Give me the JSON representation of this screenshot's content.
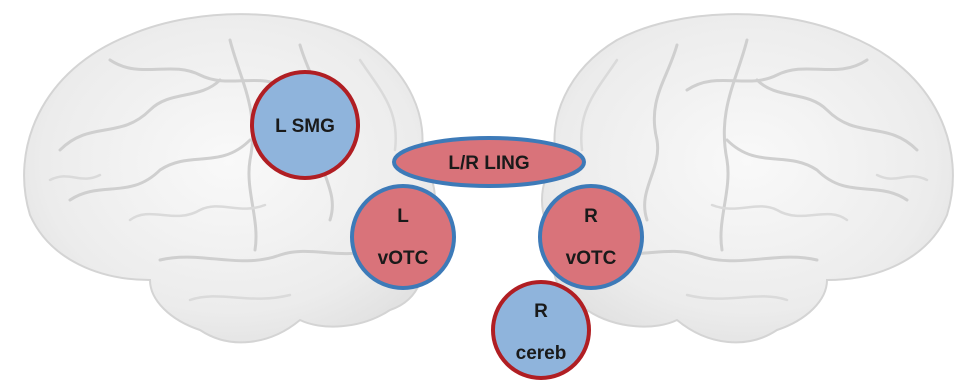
{
  "regions": {
    "l_smg": {
      "lines": [
        "L SMG"
      ]
    },
    "lr_ling": {
      "lines": [
        "L/R LING"
      ]
    },
    "l_votc": {
      "lines": [
        "L",
        "vOTC"
      ]
    },
    "r_votc": {
      "lines": [
        "R",
        "vOTC"
      ]
    },
    "r_cereb": {
      "lines": [
        "R",
        "cereb"
      ]
    }
  },
  "legend_colors": {
    "red_fill": "#d9737a",
    "blue_fill": "#8fb4dc",
    "red_outline": "#b01e23",
    "blue_outline": "#3d7ab8"
  }
}
